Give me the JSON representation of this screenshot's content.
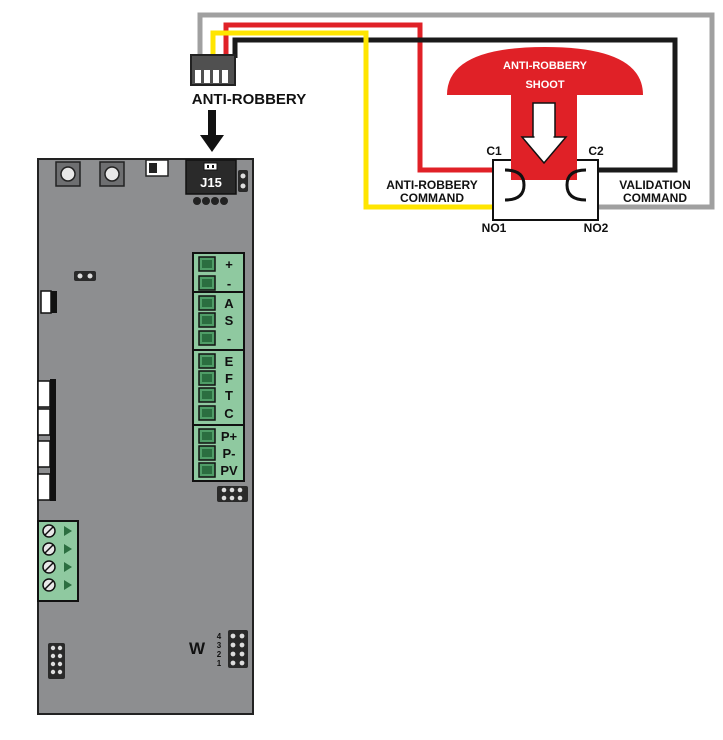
{
  "connector_label": "ANTI-ROBBERY",
  "board": {
    "header_label": "J15",
    "terminal_labels": [
      "+",
      "-",
      "A",
      "S",
      "-",
      "E",
      "F",
      "T",
      "C",
      "P+",
      "P-",
      "PV"
    ],
    "w_label": "W",
    "w_pins": [
      "4",
      "3",
      "2",
      "1"
    ]
  },
  "button": {
    "label_line1": "ANTI-ROBBERY",
    "label_line2": "SHOOT",
    "color": "#e02127"
  },
  "contacts": {
    "c1": "C1",
    "c2": "C2",
    "no1": "NO1",
    "no2": "NO2"
  },
  "commands": {
    "left_line1": "ANTI-ROBBERY",
    "left_line2": "COMMAND",
    "right_line1": "VALIDATION",
    "right_line2": "COMMAND"
  },
  "wire_colors": {
    "gray": "#a0a0a0",
    "red": "#e02127",
    "yellow": "#ffe500",
    "black": "#1a1a1a"
  }
}
